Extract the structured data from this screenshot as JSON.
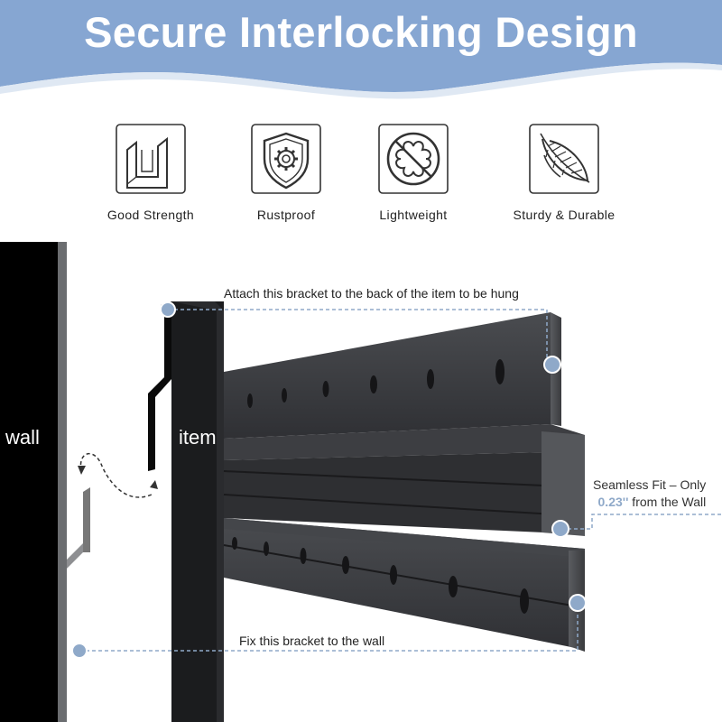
{
  "header": {
    "title": "Secure Interlocking Design",
    "bg_color": "#86a6d2"
  },
  "features": [
    {
      "icon": "channel-profile-icon",
      "label": "Good Strength"
    },
    {
      "icon": "shield-gear-icon",
      "label": "Rustproof"
    },
    {
      "icon": "no-weight-icon",
      "label": "Lightweight"
    },
    {
      "icon": "feather-icon",
      "label": "Sturdy & Durable"
    }
  ],
  "diagram": {
    "wall_label": "wall",
    "item_label": "item",
    "top_annotation": "Attach this bracket to the back of the item to be hung",
    "bottom_annotation": "Fix this bracket to the wall",
    "fit_line1": "Seamless Fit – Only",
    "fit_value": "0.23''",
    "fit_suffix": " from the Wall",
    "accent_color": "#8fa9c9"
  }
}
